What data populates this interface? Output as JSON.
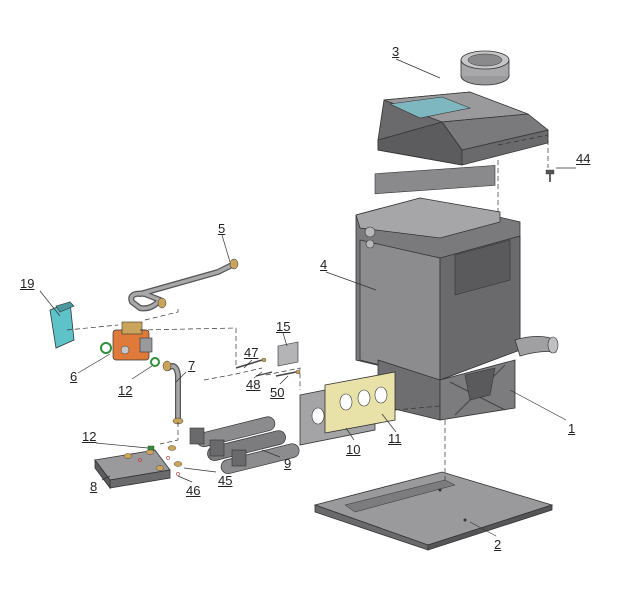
{
  "labels": {
    "l1": "1",
    "l2": "2",
    "l3": "3",
    "l4": "4",
    "l5": "5",
    "l6": "6",
    "l7": "7",
    "l8": "8",
    "l9": "9",
    "l10": "10",
    "l11": "11",
    "l12a": "12",
    "l12b": "12",
    "l15": "15",
    "l19": "19",
    "l44": "44",
    "l45": "45",
    "l46": "46",
    "l47": "47",
    "l48": "48",
    "l50": "50"
  },
  "colors": {
    "metal_dark": "#5e5e60",
    "metal_mid": "#8a8a8c",
    "metal_light": "#b4b4b6",
    "display_teal": "#7fb7c0",
    "cover_teal": "#5ec3c8",
    "gasket_yellow": "#e8e1a8",
    "valve_orange": "#e07a3a",
    "brass": "#c9a45a",
    "ring_green": "#2f8f3a"
  }
}
